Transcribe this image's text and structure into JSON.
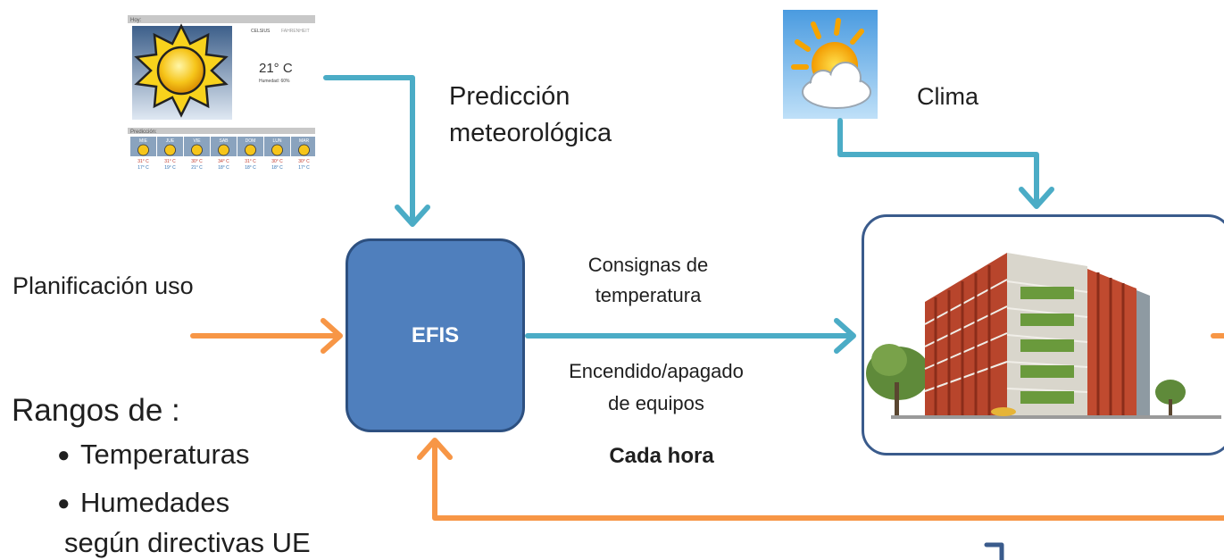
{
  "weather_widget": {
    "hoy_label": "Hoy:",
    "unit_celsius": "CELSIUS",
    "unit_fahrenheit": "FAHRENHEIT",
    "current_temp": "21° C",
    "humidity": "Humedad: 60%",
    "forecast_label": "Predicción:",
    "days": [
      {
        "day": "MIE",
        "high": "31° C",
        "low": "17° C"
      },
      {
        "day": "JUE",
        "high": "31° C",
        "low": "19° C"
      },
      {
        "day": "VIE",
        "high": "30° C",
        "low": "21° C"
      },
      {
        "day": "SAB",
        "high": "34° C",
        "low": "18° C"
      },
      {
        "day": "DOM",
        "high": "31° C",
        "low": "18° C"
      },
      {
        "day": "LUN",
        "high": "30° C",
        "low": "18° C"
      },
      {
        "day": "MAR",
        "high": "30° C",
        "low": "17° C"
      }
    ]
  },
  "labels": {
    "prediccion_line1": "Predicción",
    "prediccion_line2": "meteorológica",
    "clima": "Clima",
    "planificacion": "Planificación uso",
    "consignas_line1": "Consignas de",
    "consignas_line2": "temperatura",
    "encendido_line1": "Encendido/apagado",
    "encendido_line2": "de equipos",
    "cada_hora": "Cada hora",
    "efis": "EFIS",
    "rangos": "Rangos de :",
    "temperaturas": "Temperaturas",
    "humedades": "Humedades",
    "directivas": "según directivas UE"
  },
  "colors": {
    "blue_arrow": "#4bacc6",
    "orange_arrow": "#f79646",
    "efis_fill": "#4f7fbd",
    "efis_border": "#2d5080",
    "frame_border": "#3a5b8c"
  }
}
